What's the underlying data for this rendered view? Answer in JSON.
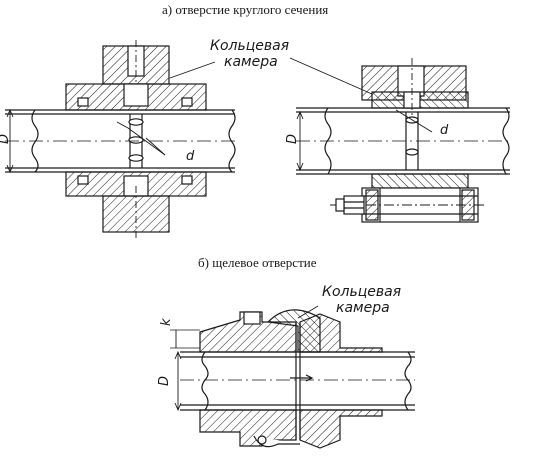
{
  "captions": {
    "round_hole": "а) отверстие круглого сечения",
    "slot_hole": "б) щелевое отверстие"
  },
  "labels": {
    "chamber_line1": "Кольцевая",
    "chamber_line2": "камера",
    "diameter_D": "D",
    "hole_d": "d",
    "slot_k": "k"
  }
}
